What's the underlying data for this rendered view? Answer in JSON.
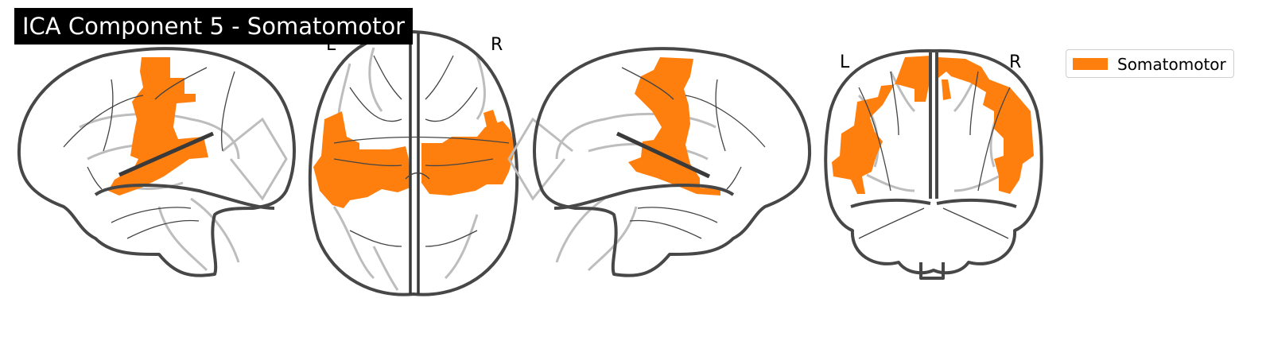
{
  "figure": {
    "title": "ICA Component 5 - Somatomotor",
    "hemisphere_labels": {
      "axial_left": "L",
      "axial_right": "R",
      "coronal_left": "L",
      "coronal_right": "R"
    },
    "legend": {
      "label": "Somatomotor",
      "color": "#ff7f0e"
    },
    "colors": {
      "activation": "#ff7f0e",
      "outline": "#474747",
      "glass_gyri": "#bdbdbd",
      "title_bg": "#000000",
      "title_text": "#ffffff"
    },
    "views": [
      "left-sagittal",
      "axial",
      "right-sagittal",
      "coronal"
    ]
  }
}
